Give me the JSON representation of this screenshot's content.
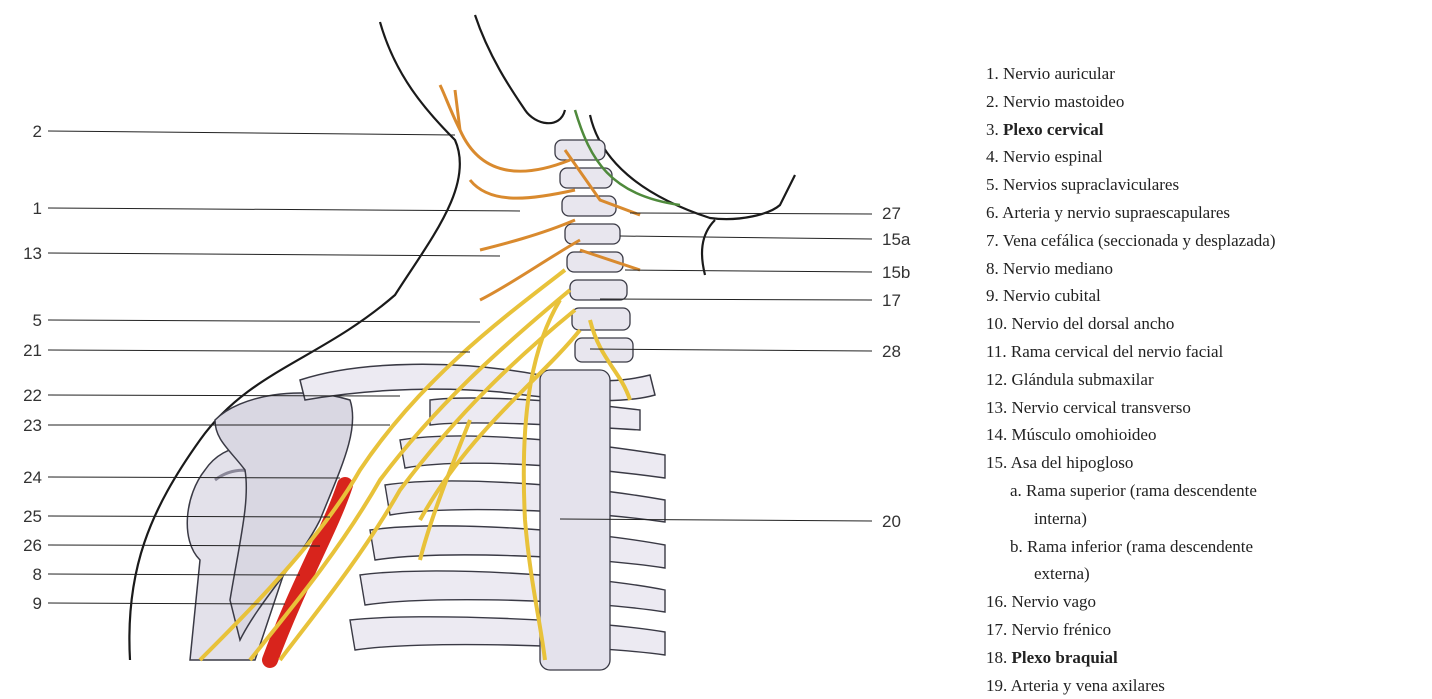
{
  "figure": {
    "left_labels": [
      "2",
      "1",
      "13",
      "5",
      "21",
      "22",
      "23",
      "24",
      "25",
      "26",
      "8",
      "9"
    ],
    "right_labels": [
      "27",
      "15a",
      "15b",
      "17",
      "28",
      "20"
    ],
    "colors": {
      "nerve_yellow": "#e8c23a",
      "nerve_orange": "#d98a2e",
      "artery_red": "#d8241c",
      "nerve_green": "#4f8a3c",
      "bone": "#e9e7ef",
      "bone_shade": "#9a97a8",
      "outline": "#1a1a1a"
    }
  },
  "legend": {
    "items": [
      {
        "num": "1.",
        "text": "Nervio auricular",
        "bold": false
      },
      {
        "num": "2.",
        "text": "Nervio mastoideo",
        "bold": false
      },
      {
        "num": "3.",
        "text": "Plexo cervical",
        "bold": true
      },
      {
        "num": "4.",
        "text": "Nervio espinal",
        "bold": false
      },
      {
        "num": "5.",
        "text": "Nervios supraclaviculares",
        "bold": false
      },
      {
        "num": "6.",
        "text": "Arteria y nervio supraescapulares",
        "bold": false
      },
      {
        "num": "7.",
        "text": "Vena cefálica (seccionada y desplazada)",
        "bold": false
      },
      {
        "num": "8.",
        "text": "Nervio mediano",
        "bold": false
      },
      {
        "num": "9.",
        "text": "Nervio cubital",
        "bold": false
      },
      {
        "num": "10.",
        "text": "Nervio del dorsal ancho",
        "bold": false
      },
      {
        "num": "11.",
        "text": "Rama cervical del nervio facial",
        "bold": false
      },
      {
        "num": "12.",
        "text": "Glándula submaxilar",
        "bold": false
      },
      {
        "num": "13.",
        "text": "Nervio cervical transverso",
        "bold": false
      },
      {
        "num": "14.",
        "text": "Músculo omohioideo",
        "bold": false
      },
      {
        "num": "15.",
        "text": "Asa del hipogloso",
        "bold": false
      }
    ],
    "subitems": [
      {
        "letter": "a.",
        "line1": "Rama superior (rama descendente",
        "line2": "interna)"
      },
      {
        "letter": "b.",
        "line1": "Rama inferior (rama descendente",
        "line2": "externa)"
      }
    ],
    "items_after": [
      {
        "num": "16.",
        "text": "Nervio vago",
        "bold": false
      },
      {
        "num": "17.",
        "text": "Nervio frénico",
        "bold": false
      },
      {
        "num": "18.",
        "text": "Plexo braquial",
        "bold": true
      },
      {
        "num": "19.",
        "text": "Arteria y vena axilares",
        "bold": false
      }
    ]
  }
}
